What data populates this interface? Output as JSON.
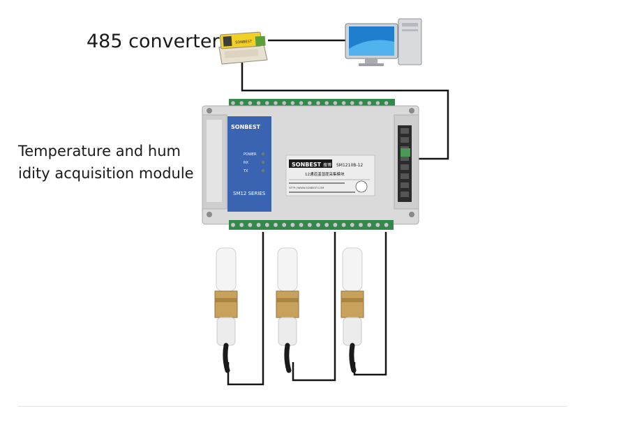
{
  "labels": {
    "converter": "485 converter",
    "module_line1": "Temperature and hum",
    "module_line2": "idity acquisition module"
  },
  "module": {
    "brand": "SONBEST",
    "brand_cn": "搜博",
    "model": "SM1210B-12",
    "subtitle_cn": "12通道温湿度采集模块",
    "series": "SM12 SERIES",
    "leds": [
      "POWER",
      "RX",
      "TX"
    ],
    "url": "HTTP://WWW.SONBEST.COM"
  },
  "converter": {
    "brand": "SONBEST"
  },
  "sensors": {
    "count": 3
  }
}
